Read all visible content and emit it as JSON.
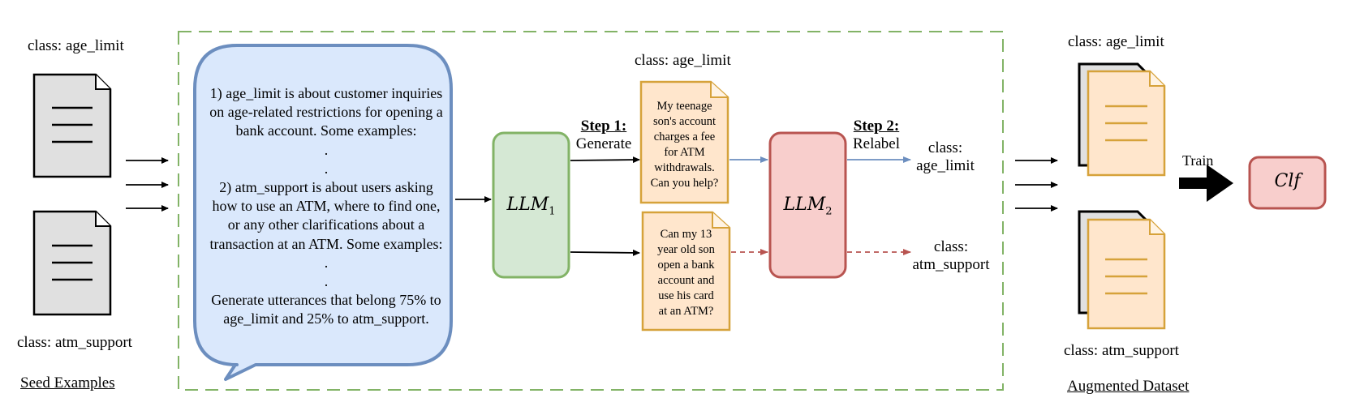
{
  "seed": {
    "class_top": "class: age_limit",
    "class_bottom": "class: atm_support",
    "caption": "Seed Examples"
  },
  "prompt": {
    "lines": [
      "1) age_limit is about customer inquiries",
      "on age-related restrictions for opening a",
      "bank account. Some examples:",
      ".",
      ".",
      "2) atm_support is about users asking",
      "how to use an ATM, where to find one,",
      "or any other clarifications about a",
      "transaction at an ATM. Some examples:",
      ".",
      ".",
      "Generate utterances that belong 75% to",
      "age_limit and 25% to atm_support."
    ]
  },
  "llm1": {
    "name": "LLM",
    "sub": "1"
  },
  "llm2": {
    "name": "LLM",
    "sub": "2"
  },
  "step1": {
    "title": "Step 1:",
    "action": "Generate"
  },
  "step2": {
    "title": "Step 2:",
    "action": "Relabel"
  },
  "card_top": {
    "class_label": "class: age_limit",
    "lines": [
      "My teenage",
      "son's account",
      "charges a fee",
      "for ATM",
      "withdrawals.",
      "Can you help?"
    ]
  },
  "card_bottom": {
    "lines": [
      "Can my 13",
      "year old son",
      "open a bank",
      "account and",
      "use his card",
      "at an ATM?"
    ]
  },
  "relabel_top": {
    "line1": "class:",
    "line2": "age_limit"
  },
  "relabel_bottom": {
    "line1": "class:",
    "line2": "atm_support"
  },
  "augmented": {
    "class_top": "class: age_limit",
    "class_bottom": "class: atm_support",
    "caption": "Augmented Dataset"
  },
  "train_label": "Train",
  "clf": "Clf",
  "colors": {
    "dashed_border": "#82b366",
    "bubble_fill": "#dae8fc",
    "bubble_stroke": "#6c8ebf",
    "llm1_fill": "#d5e8d4",
    "llm1_stroke": "#82b366",
    "llm2_fill": "#f8cecc",
    "llm2_stroke": "#b85450",
    "card_fill": "#ffe6cc",
    "card_stroke": "#d6a23a",
    "doc_fill": "#e0e0e0"
  }
}
